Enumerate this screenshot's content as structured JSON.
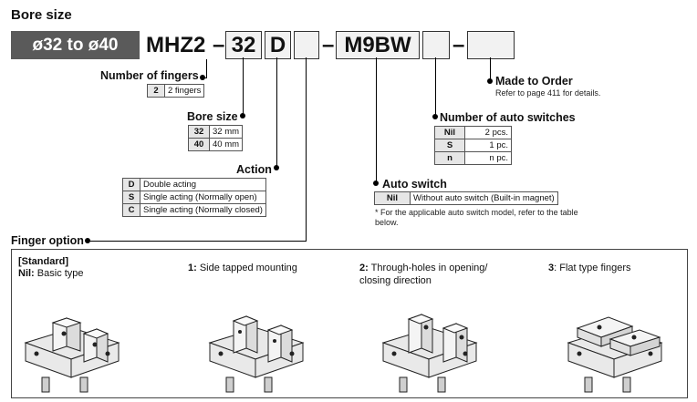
{
  "title": "Bore size",
  "banner": "ø32 to ø40",
  "code": {
    "prefix": "MHZ2",
    "dash1": "–",
    "bore": "32",
    "action": "D",
    "finger_option": "",
    "dash2": "–",
    "switch": "M9BW",
    "num_switches": "",
    "dash3": "–",
    "made_to_order": ""
  },
  "fingers": {
    "label": "Number of fingers",
    "rows": [
      {
        "key": "2",
        "value": "2 fingers"
      }
    ]
  },
  "bore_size": {
    "label": "Bore size",
    "rows": [
      {
        "key": "32",
        "value": "32 mm"
      },
      {
        "key": "40",
        "value": "40 mm"
      }
    ]
  },
  "action": {
    "label": "Action",
    "rows": [
      {
        "key": "D",
        "value": "Double acting"
      },
      {
        "key": "S",
        "value": "Single acting (Normally open)"
      },
      {
        "key": "C",
        "value": "Single acting (Normally closed)"
      }
    ]
  },
  "auto_switch": {
    "label": "Auto switch",
    "rows": [
      {
        "key": "Nil",
        "value": "Without auto switch (Built-in magnet)"
      }
    ],
    "note": "* For the applicable auto switch model, refer to the table below."
  },
  "num_auto_switches": {
    "label": "Number of auto switches",
    "rows": [
      {
        "key": "Nil",
        "value": "2 pcs."
      },
      {
        "key": "S",
        "value": "1 pc."
      },
      {
        "key": "n",
        "value": "n pc."
      }
    ]
  },
  "made_to_order": {
    "label": "Made to Order",
    "note": "Refer to page 411 for details."
  },
  "finger_option": {
    "label": "Finger option",
    "standard_label": "[Standard]",
    "options": [
      {
        "code": "Nil:",
        "text": "Basic type"
      },
      {
        "code": "1:",
        "text": "Side tapped mounting"
      },
      {
        "code": "2:",
        "text": "Through-holes in opening/",
        "text2": "closing direction"
      },
      {
        "code": "3",
        "text": ": Flat type fingers"
      }
    ]
  },
  "colors": {
    "banner_bg": "#5a5a5a",
    "box_bg": "#f2f2f2",
    "table_key_bg": "#e6e6e6"
  },
  "icons": [
    "gripper-basic-icon",
    "gripper-side-tapped-icon",
    "gripper-through-holes-icon",
    "gripper-flat-icon"
  ]
}
